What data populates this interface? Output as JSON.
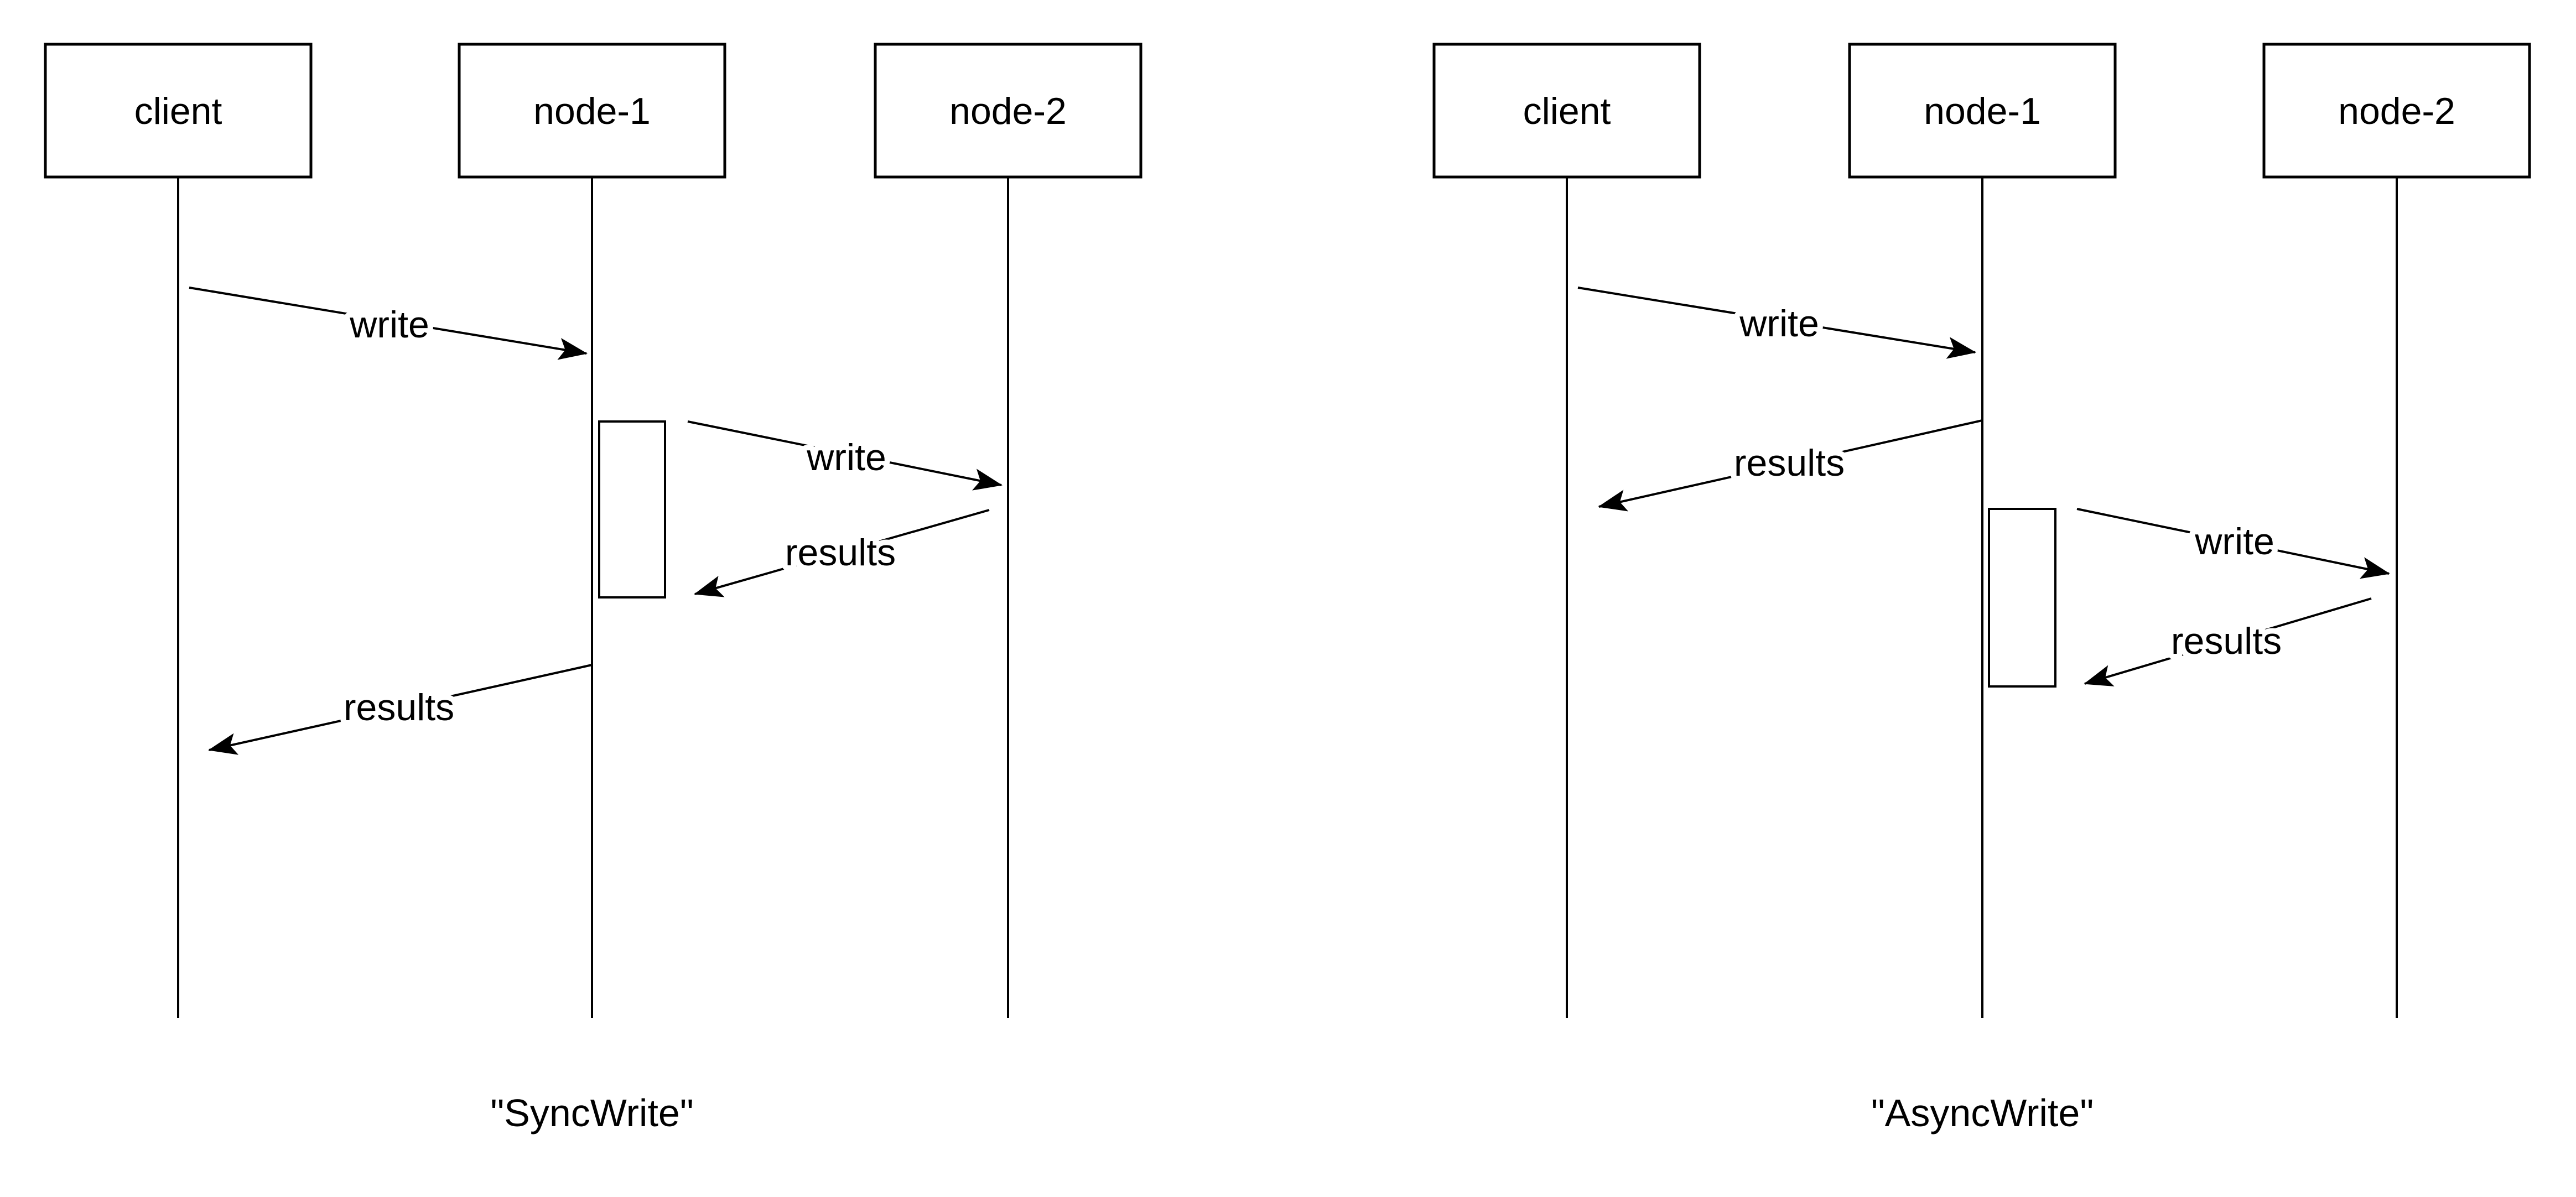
{
  "diagrams": [
    {
      "caption": "\"SyncWrite\"",
      "actors": [
        {
          "label": "client"
        },
        {
          "label": "node-1"
        },
        {
          "label": "node-2"
        }
      ],
      "messages": [
        {
          "label": "write",
          "from": "client",
          "to": "node-1"
        },
        {
          "label": "write",
          "from": "node-1",
          "to": "node-2"
        },
        {
          "label": "results",
          "from": "node-2",
          "to": "node-1"
        },
        {
          "label": "results",
          "from": "node-1",
          "to": "client"
        }
      ]
    },
    {
      "caption": "\"AsyncWrite\"",
      "actors": [
        {
          "label": "client"
        },
        {
          "label": "node-1"
        },
        {
          "label": "node-2"
        }
      ],
      "messages": [
        {
          "label": "write",
          "from": "client",
          "to": "node-1"
        },
        {
          "label": "results",
          "from": "node-1",
          "to": "client"
        },
        {
          "label": "write",
          "from": "node-1",
          "to": "node-2"
        },
        {
          "label": "results",
          "from": "node-2",
          "to": "node-1"
        }
      ]
    }
  ],
  "colors": {
    "stroke": "#000000",
    "background": "#ffffff",
    "label_halo": "#ffffff"
  }
}
